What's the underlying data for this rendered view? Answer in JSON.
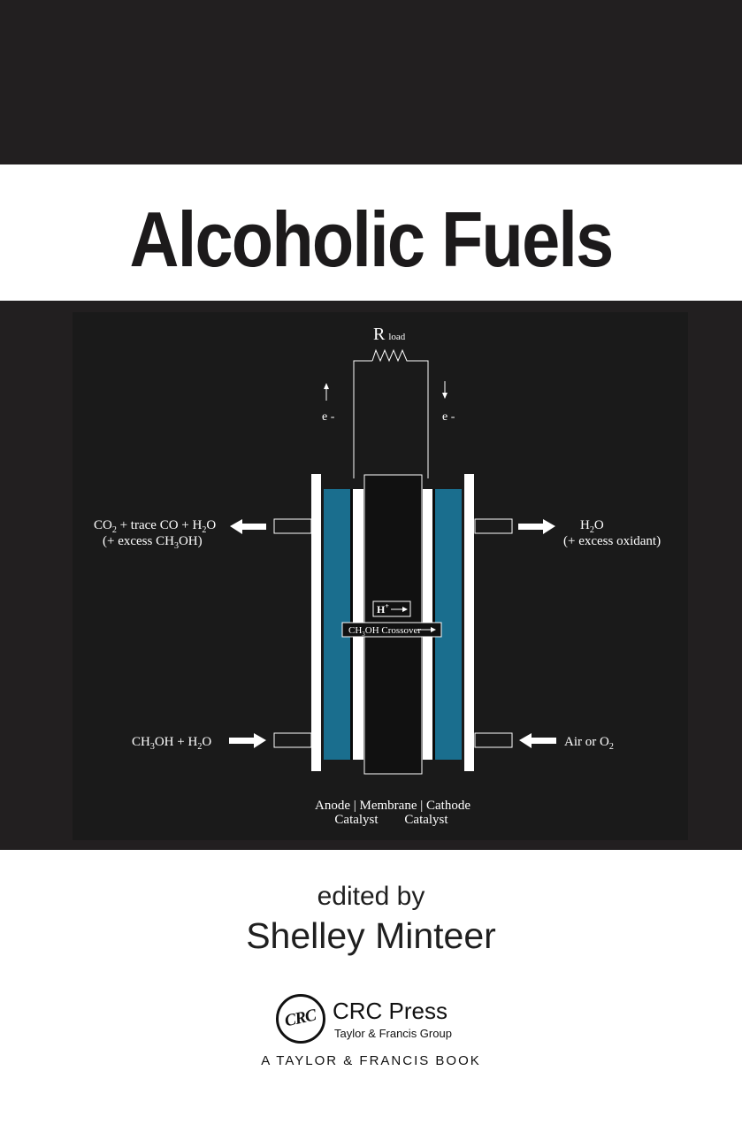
{
  "colors": {
    "dark_band": "#221f20",
    "panel": "#1a1a1a",
    "title": "#1c1a1b",
    "electrode": "#1a6e8e",
    "white": "#ffffff"
  },
  "title": "Alcoholic Fuels",
  "diagram": {
    "r_load": "R",
    "r_load_sub": "load",
    "electron_left": "e -",
    "electron_right": "e -",
    "anode_out": {
      "co2": "CO",
      "co2_sub": "2",
      "mid": " + trace CO + H",
      "h2o_sub": "2",
      "end": "O"
    },
    "anode_out2": {
      "start": "(+ excess CH",
      "sub": "3",
      "end": "OH)"
    },
    "cathode_out": {
      "h": "H",
      "sub": "2",
      "end": "O"
    },
    "cathode_out2": "(+ excess oxidant)",
    "anode_in": {
      "a": "CH",
      "sub1": "3",
      "b": "OH + H",
      "sub2": "2",
      "c": "O"
    },
    "cathode_in": {
      "a": "Air or O",
      "sub": "2"
    },
    "proton": {
      "h": "H",
      "sup": "+"
    },
    "crossover": {
      "a": "CH",
      "sub": "3",
      "b": "OH Crossover"
    },
    "layer_labels": "Anode | Membrane | Cathode",
    "catalyst_left": "Catalyst",
    "catalyst_right": "Catalyst"
  },
  "edited_by": "edited by",
  "editor": "Shelley Minteer",
  "publisher": {
    "seal": "CRC",
    "name": "CRC Press",
    "group": "Taylor & Francis Group",
    "book_line": "A TAYLOR & FRANCIS BOOK"
  }
}
